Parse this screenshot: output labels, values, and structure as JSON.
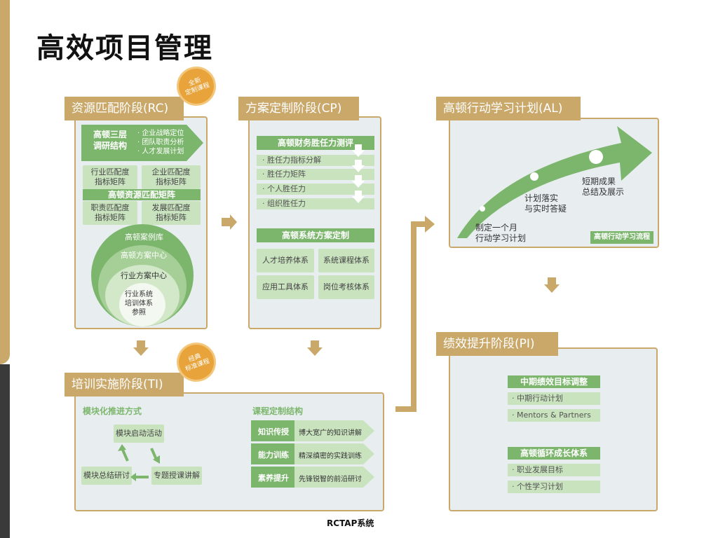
{
  "title": "高效项目管理",
  "footer": "RCTAP系统",
  "colors": {
    "gold": "#c9a86a",
    "green": "#7cb66d",
    "light_green": "#c9e3bf",
    "panel": "#e8eef0",
    "badge": "#e8a33a"
  },
  "rc": {
    "header": "资源匹配阶段(RC)",
    "badge": "全新\n定制课程",
    "survey_title": "高顿三层\n调研结构",
    "survey_items": [
      "· 企业战略定位",
      "· 团队职责分析",
      "· 人才发展计划"
    ],
    "matrix_title": "高顿资源匹配矩阵",
    "matrix_cells": [
      "行业匹配度\n指标矩阵",
      "企业匹配度\n指标矩阵",
      "职责匹配度\n指标矩阵",
      "发展匹配度\n指标矩阵"
    ],
    "circles": [
      "高顿案例库",
      "高顿方案中心",
      "行业方案中心",
      "行业系统\n培训体系\n参照"
    ]
  },
  "cp": {
    "header": "方案定制阶段(CP)",
    "assess_title": "高顿财务胜任力测评",
    "assess_items": [
      "· 胜任力指标分解",
      "· 胜任力矩阵",
      "· 个人胜任力",
      "· 组织胜任力"
    ],
    "system_title": "高顿系统方案定制",
    "system_cells": [
      "人才培养体系",
      "系统课程体系",
      "应用工具体系",
      "岗位考核体系"
    ]
  },
  "al": {
    "header": "高顿行动学习计划(AL)",
    "points": [
      "制定一个月\n行动学习计划",
      "计划落实\n与实时答疑",
      "短期成果\n总结及展示"
    ],
    "flow_label": "高顿行动学习流程"
  },
  "pi": {
    "header": "绩效提升阶段(PI)",
    "mid_title": "中期绩效目标调整",
    "mid_items": [
      "· 中期行动计划",
      "· Mentors & Partners"
    ],
    "cycle_title": "高顿循环成长体系",
    "cycle_items": [
      "· 职业发展目标",
      "· 个性学习计划"
    ]
  },
  "ti": {
    "header": "培训实施阶段(TI)",
    "badge": "经典\n标准课程",
    "module_title": "模块化推进方式",
    "module_nodes": [
      "模块启动活动",
      "模块总结研讨",
      "专题授课讲解"
    ],
    "course_title": "课程定制结构",
    "course_rows": [
      {
        "label": "知识传授",
        "desc": "博大宽广的知识讲解"
      },
      {
        "label": "能力训练",
        "desc": "精深缜密的实践训练"
      },
      {
        "label": "素养提升",
        "desc": "先锋锐智的前沿研讨"
      }
    ]
  }
}
